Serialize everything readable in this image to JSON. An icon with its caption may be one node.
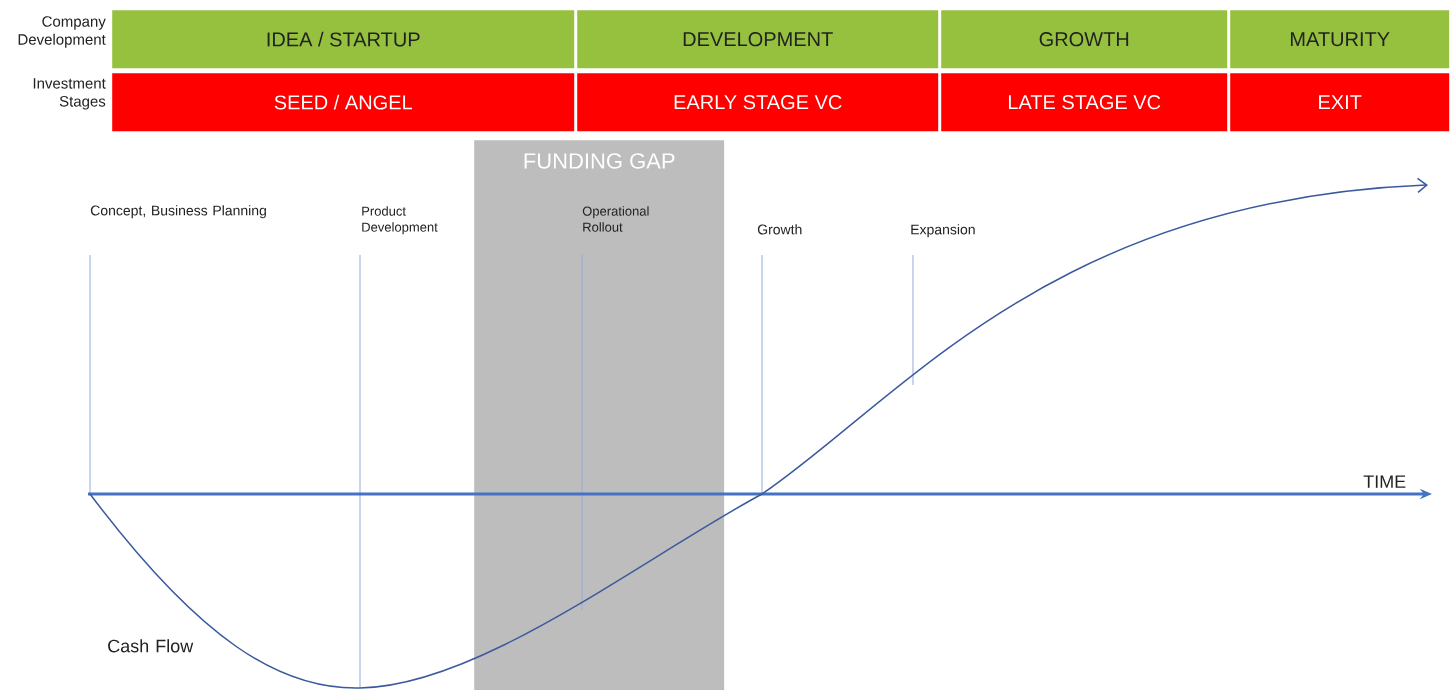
{
  "diagram": {
    "nodes": [
      {
        "text": [
          "IDEA / STARTUP"
        ]
      },
      {
        "text": [
          "DEVELOPMENT"
        ]
      },
      {
        "text": [
          "GROWTH"
        ]
      },
      {
        "text": [
          "MATURITY"
        ]
      },
      {
        "text": [
          "SEED / ANGEL"
        ]
      },
      {
        "text": [
          "EARLY STAGE VC"
        ]
      },
      {
        "text": [
          "LATE STAGE VC"
        ]
      },
      {
        "text": [
          "EXIT"
        ]
      },
      {
        "text": [
          "FUNDING GAP"
        ]
      }
    ],
    "labels": [
      "Company Development",
      "Investment Stages",
      "Concept, Business Planning",
      "Product Development",
      "Operational Rollout",
      "Growth",
      "Expansion",
      "TIME",
      "Cash Flow"
    ]
  }
}
